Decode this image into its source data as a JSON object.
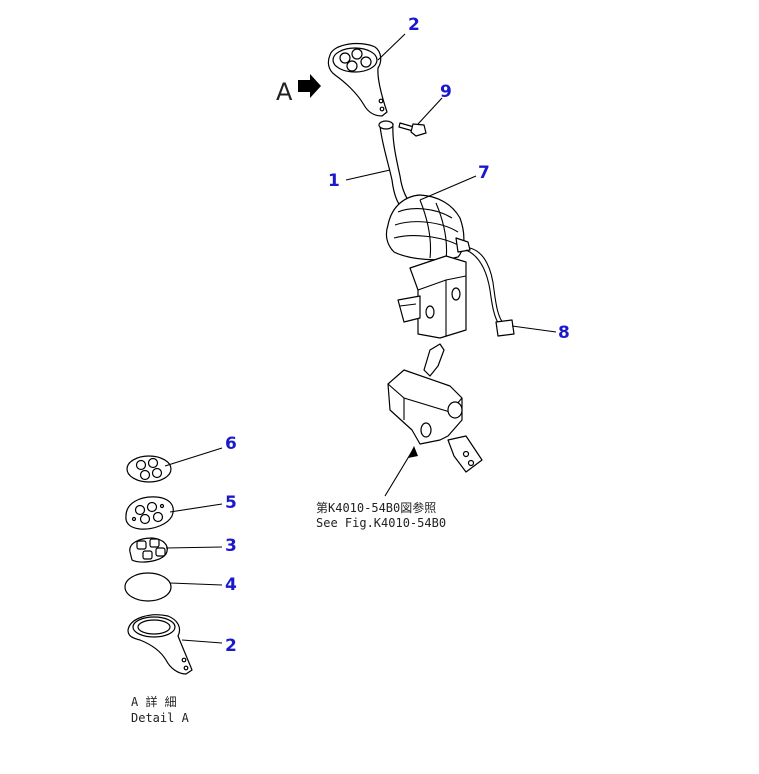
{
  "callouts": {
    "c2_top": "2",
    "c9": "9",
    "c1": "1",
    "c7": "7",
    "c8": "8",
    "c6": "6",
    "c5": "5",
    "c3": "3",
    "c4": "4",
    "c2_bottom": "2"
  },
  "view_marker": {
    "letter": "A"
  },
  "reference_note": {
    "line1": "第K4010-54B0図参照",
    "line2": "See Fig.K4010-54B0"
  },
  "detail_caption": {
    "line1": "A 詳 細",
    "line2": "Detail A"
  },
  "colors": {
    "callout": "#1a1acc",
    "line": "#000000",
    "background": "#ffffff"
  }
}
